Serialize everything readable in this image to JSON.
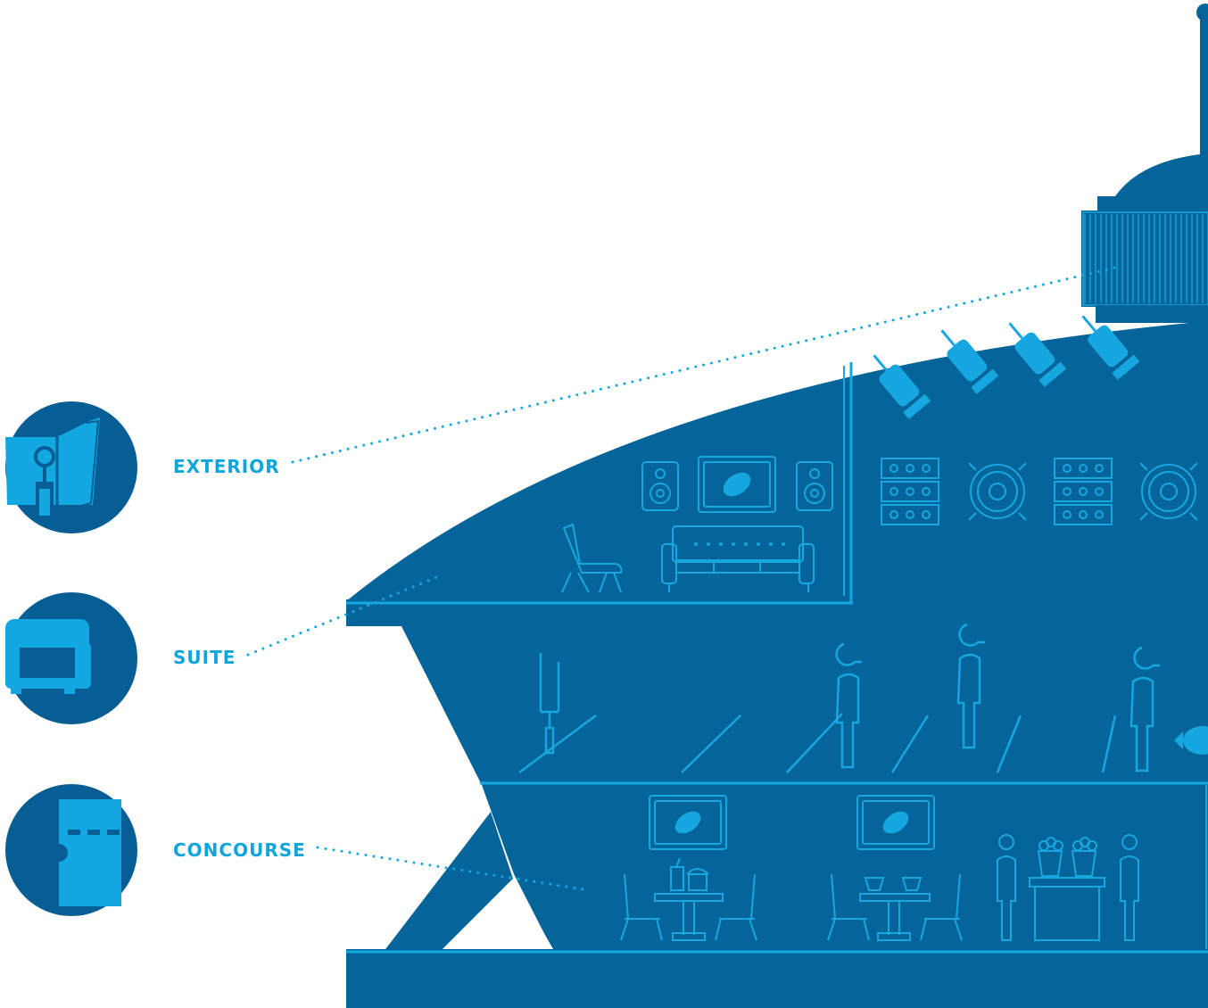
{
  "colors": {
    "building": "#05649a",
    "building_dark": "#0c5485",
    "line": "#17a7e0",
    "badge_bg": "#075e95",
    "badge_icon": "#13a8e2",
    "label": "#0ea5dc",
    "background": "#ffffff"
  },
  "zones": [
    {
      "id": "exterior",
      "label": "EXTERIOR",
      "icon": "speaker-megaphone-icon"
    },
    {
      "id": "suite",
      "label": "SUITE",
      "icon": "armchair-icon"
    },
    {
      "id": "concourse",
      "label": "CONCOURSE",
      "icon": "ticket-icon"
    }
  ]
}
